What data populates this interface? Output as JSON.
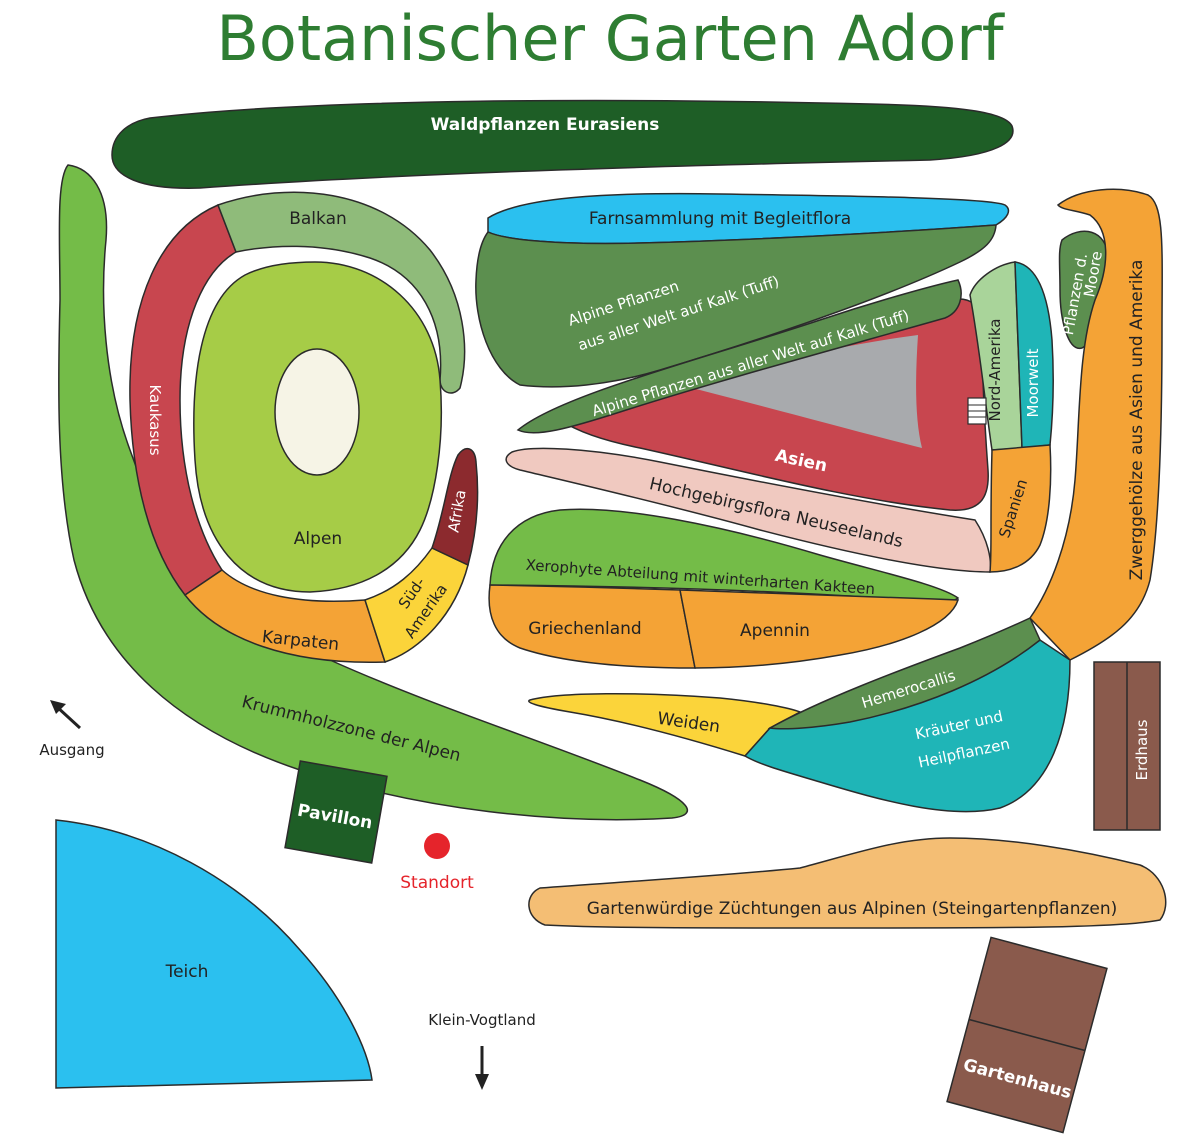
{
  "title": "Botanischer Garten Adorf",
  "colors": {
    "title": "#2e7d32",
    "dark_green": "#1e5e26",
    "mid_green": "#5c8f4f",
    "light_green": "#74bc48",
    "lime": "#a6cc47",
    "sage": "#8fbb7a",
    "red": "#c8464f",
    "dark_red": "#8c2a2e",
    "orange": "#f4a336",
    "yellow": "#fbd43a",
    "pink": "#f0c9c0",
    "cyan": "#2bc0ef",
    "teal": "#1fb5b7",
    "grey": "#a8aaad",
    "pale_green": "#a9d49a",
    "brown": "#8a5a4c",
    "marker_red": "#e5242b"
  },
  "beds": {
    "waldpflanzen": "Waldpflanzen Eurasiens",
    "balkan": "Balkan",
    "kaukasus": "Kaukasus",
    "alpen": "Alpen",
    "afrika": "Afrika",
    "suedamerika_1": "Süd-",
    "suedamerika_2": "Amerika",
    "karpaten": "Karpaten",
    "krummholz": "Krummholzzone der Alpen",
    "farn": "Farnsammlung mit Begleitflora",
    "alpine_1": "Alpine Pflanzen",
    "alpine_2": "aus aller Welt auf Kalk (Tuff)",
    "alpine_strip": "Alpine Pflanzen aus aller Welt auf Kalk (Tuff)",
    "asien": "Asien",
    "hochgebirg": "Hochgebirgsflora Neuseelands",
    "nordamerika": "Nord-Amerika",
    "moorwelt": "Moorwelt",
    "spanien": "Spanien",
    "moore_1": "Pflanzen d.",
    "moore_2": "Moore",
    "zwerg": "Zwerggehölze aus Asien und Amerika",
    "xerophyte": "Xerophyte Abteilung mit winterharten Kakteen",
    "griechenland": "Griechenland",
    "apennin": "Apennin",
    "weiden": "Weiden",
    "hemerocallis": "Hemerocallis",
    "kraeuter_1": "Kräuter und",
    "kraeuter_2": "Heilpflanzen",
    "erdhaus": "Erdhaus",
    "pavillon": "Pavillon",
    "gartenwuerdig": "Gartenwürdige Züchtungen aus Alpinen (Steingartenpflanzen)",
    "teich": "Teich",
    "gartenhaus": "Gartenhaus"
  },
  "markers": {
    "standort": "Standort",
    "ausgang": "Ausgang",
    "klein_vogtland": "Klein-Vogtland"
  },
  "icons": {
    "standort": "red-dot-icon",
    "ausgang": "arrow-up-left-icon",
    "klein_vogtland": "arrow-down-icon"
  }
}
